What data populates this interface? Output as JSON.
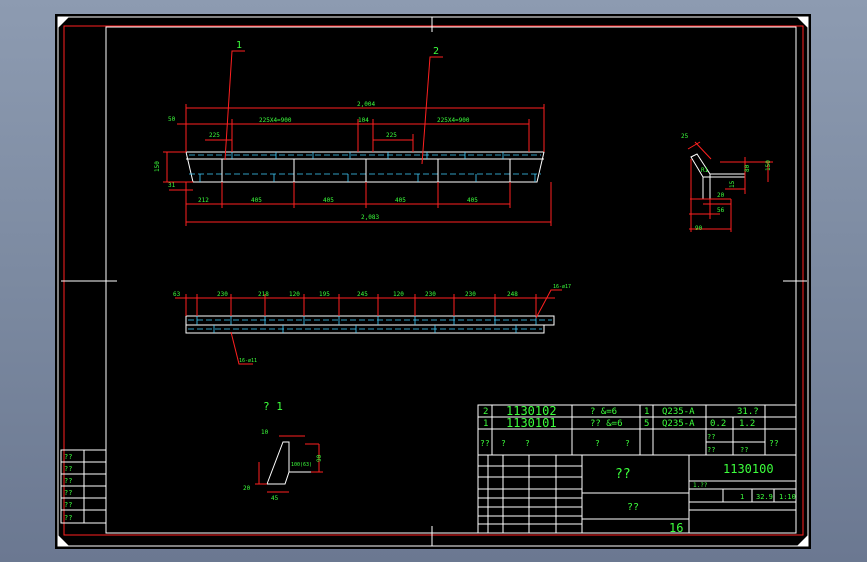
{
  "callouts": {
    "p1": "1",
    "p2": "2"
  },
  "top_view": {
    "overall_top": "2,004",
    "d50_left": "50",
    "d225_a": "225",
    "d225x4_a": "225X4=900",
    "d104": "104",
    "d225_b": "225",
    "d225x4_b": "225X4=900",
    "height": "150",
    "d31": "31",
    "d212": "212",
    "d405_1": "405",
    "d405_2": "405",
    "d405_3": "405",
    "d405_4": "405",
    "overall_bottom": "2,083"
  },
  "section_view": {
    "d25": "25",
    "r1": "R1",
    "d150": "150",
    "d80": "80",
    "d15": "15",
    "d20": "20",
    "d56": "56",
    "d90": "90"
  },
  "hole_view": {
    "d63": "63",
    "d230_a": "230",
    "d218": "218",
    "d120_a": "120",
    "d195": "195",
    "d245": "245",
    "d120_b": "120",
    "d230_b": "230",
    "d230_c": "230",
    "d248": "248",
    "hole_note_right": "16-ø17",
    "hole_note_left": "16-ø11"
  },
  "detail": {
    "label": "? 1",
    "d10": "10",
    "d90": "90",
    "d100": "100(63)",
    "d20": "20",
    "d45": "45"
  },
  "bom": {
    "rows": [
      {
        "no": "2",
        "code": "1130102",
        "name": "? &=6",
        "qty": "1",
        "mat": "Q235-A",
        "wt": "31.?"
      },
      {
        "no": "1",
        "code": "1130101",
        "name": "?? &=6",
        "qty": "5",
        "mat": "Q235-A",
        "unit": "0.2",
        "total": "1.2"
      }
    ],
    "header": {
      "a": "??",
      "b": "?",
      "c": "?",
      "d": "?",
      "e": "?",
      "f": "??",
      "g": "??",
      "h": "??",
      "i": "??"
    }
  },
  "title_block": {
    "title": "??",
    "drawing_no": "1130100",
    "center_label": "??",
    "sheet": "16",
    "stage_label": "1.??",
    "scale": "1",
    "weight": "32.9",
    "ratio": "1:10"
  },
  "left_table": {
    "rows": [
      "??",
      "??",
      "??",
      "??",
      "??",
      "??"
    ]
  }
}
